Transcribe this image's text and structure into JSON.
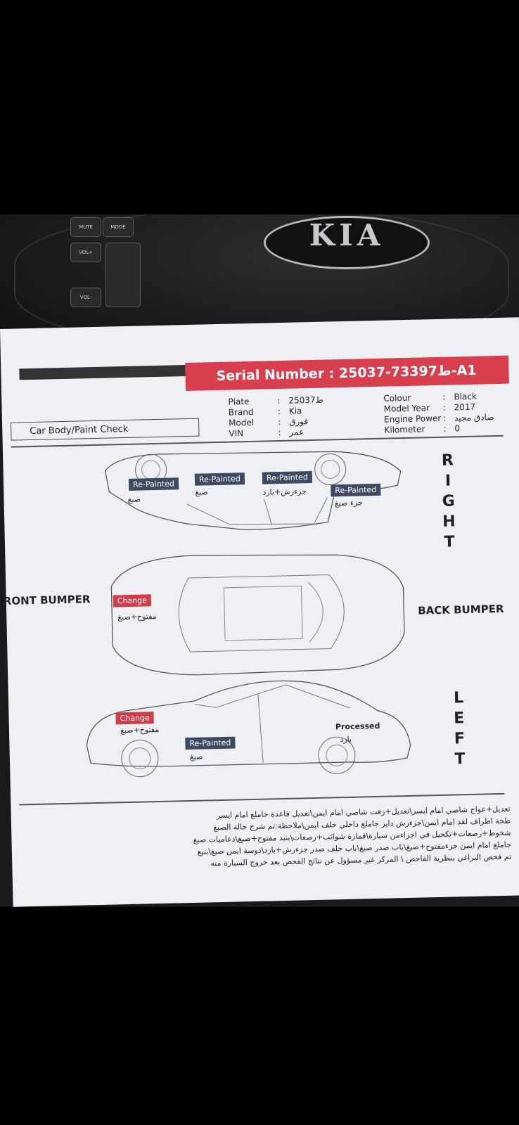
{
  "steering_wheel": {
    "buttons": [
      "MUTE",
      "MODE",
      "VOL+",
      "VOL-"
    ],
    "logo": "KIA"
  },
  "document": {
    "serial_label": "Serial Number :",
    "serial_value": "ط73397-25037-A1",
    "section_title": "Car Body/Paint Check",
    "fields_left": [
      {
        "key": "Plate",
        "value": "ط25037"
      },
      {
        "key": "Brand",
        "value": "Kia"
      },
      {
        "key": "Model",
        "value": "فورق"
      },
      {
        "key": "VIN",
        "value": "عمر"
      }
    ],
    "fields_right": [
      {
        "key": "Colour",
        "value": "Black"
      },
      {
        "key": "Model Year",
        "value": "2017"
      },
      {
        "key": "Engine Power",
        "value": "صادق مجيد"
      },
      {
        "key": "Kilometer",
        "value": "0"
      }
    ],
    "side_labels": {
      "right": [
        "R",
        "I",
        "G",
        "H",
        "T"
      ],
      "left": [
        "L",
        "E",
        "F",
        "T"
      ],
      "front": "RONT BUMPER",
      "back": "BACK BUMPER"
    },
    "annotations": {
      "right_view": [
        {
          "tag": "Re-Painted",
          "note": "صبغ"
        },
        {
          "tag": "Re-Painted",
          "note": "صبغ"
        },
        {
          "tag": "Re-Painted",
          "note": "جزءرش+بارد"
        },
        {
          "tag": "Re-Painted",
          "note": "جزء صبغ"
        }
      ],
      "top_view": [
        {
          "tag": "Change",
          "note": "مفتوح+صبغ"
        }
      ],
      "left_view": [
        {
          "tag": "Change",
          "note": "مفتوح+صبغ"
        },
        {
          "tag": "Re-Painted",
          "note": "صبغ"
        },
        {
          "tag": "Processed",
          "note": "بارد"
        }
      ]
    },
    "notes": [
      "تعديل+عواج شاصي امام ايسر\\تعديل+زفت شاصي امام ايمن\\تعديل قاعدة جاملغ امام ايسر",
      "طخة اطراف لقد امام ايمن\\جزءرش داير جاملغ داخلي خلف ايمن\\ملاحظة:تم شرح حالة الصبغ",
      "شخوط+رصعات+تكحيل في اجزاءمن سيارة\\قمارة شوائب+رصعات\\بنيد مفتوح+صبغ\\دعاميات صبغ",
      "جاملغ امام ايمن جزءمفتوح+صبغ\\باب صدر صبغ\\باب خلف صدر جزءرش+بارد\\دوسة ايمن صبغ\\بنيع",
      "تم فحص البراغي بنظرية الفاحص \\ المركز غير مسؤول عن نتائج الفحص بعد خروج السيارة منه"
    ]
  }
}
